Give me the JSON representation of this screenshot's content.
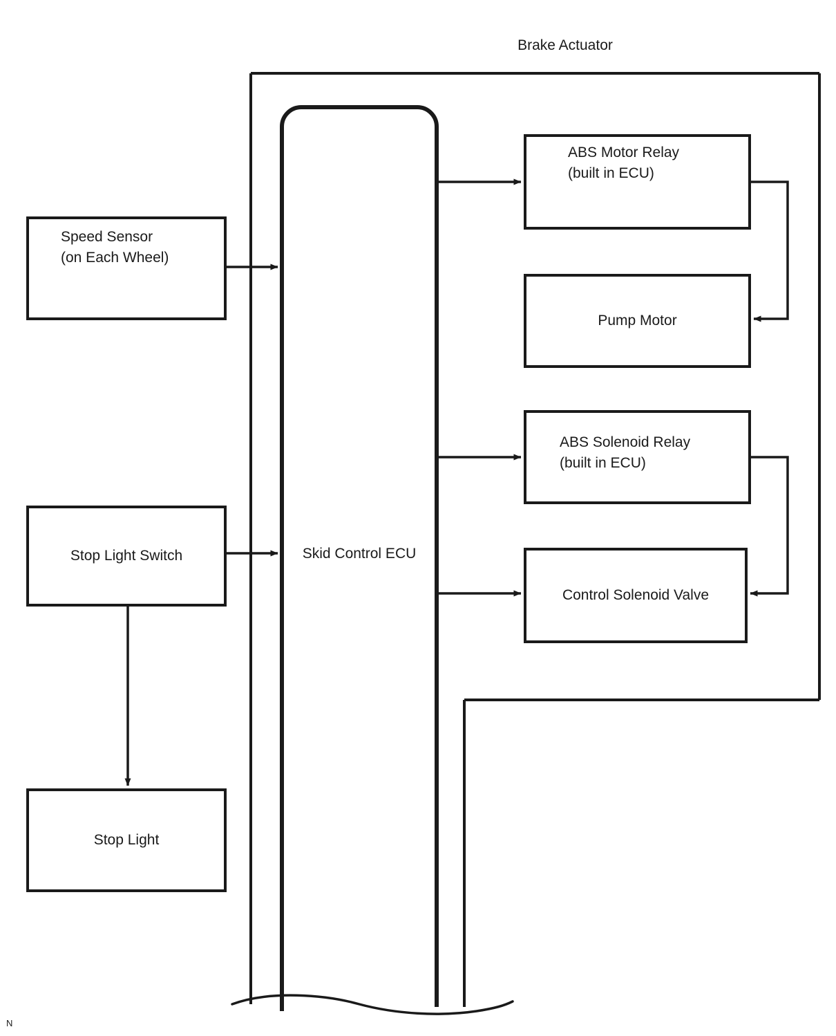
{
  "diagram": {
    "title": "Brake Actuator",
    "corner_mark": "N",
    "stroke_color": "#1a1a1a",
    "fill_color": "#ffffff",
    "nodes": {
      "speed_sensor": {
        "label": "Speed Sensor\n(on Each Wheel)",
        "align": "top"
      },
      "stop_light_switch": {
        "label": "Stop Light Switch",
        "align": "middle"
      },
      "stop_light": {
        "label": "Stop Light",
        "align": "middle"
      },
      "skid_control_ecu": {
        "label": "Skid Control ECU",
        "align": "middle"
      },
      "abs_motor_relay": {
        "label": "ABS Motor Relay\n(built in ECU)",
        "align": "top"
      },
      "pump_motor": {
        "label": "Pump Motor",
        "align": "middle"
      },
      "abs_solenoid_relay": {
        "label": "ABS Solenoid Relay\n(built in ECU)",
        "align": "top"
      },
      "control_solenoid_valve": {
        "label": "Control Solenoid Valve",
        "align": "middle"
      }
    },
    "connections": [
      {
        "from": "speed_sensor",
        "to": "skid_control_ecu",
        "arrow": true
      },
      {
        "from": "stop_light_switch",
        "to": "skid_control_ecu",
        "arrow": true
      },
      {
        "from": "stop_light_switch",
        "to": "stop_light",
        "arrow": true
      },
      {
        "from": "skid_control_ecu",
        "to": "abs_motor_relay",
        "arrow": true
      },
      {
        "from": "skid_control_ecu",
        "to": "abs_solenoid_relay",
        "arrow": true
      },
      {
        "from": "skid_control_ecu",
        "to": "control_solenoid_valve",
        "arrow": true
      },
      {
        "from": "abs_motor_relay",
        "to": "pump_motor",
        "arrow": true
      },
      {
        "from": "abs_solenoid_relay",
        "to": "control_solenoid_valve",
        "arrow": true
      }
    ]
  }
}
